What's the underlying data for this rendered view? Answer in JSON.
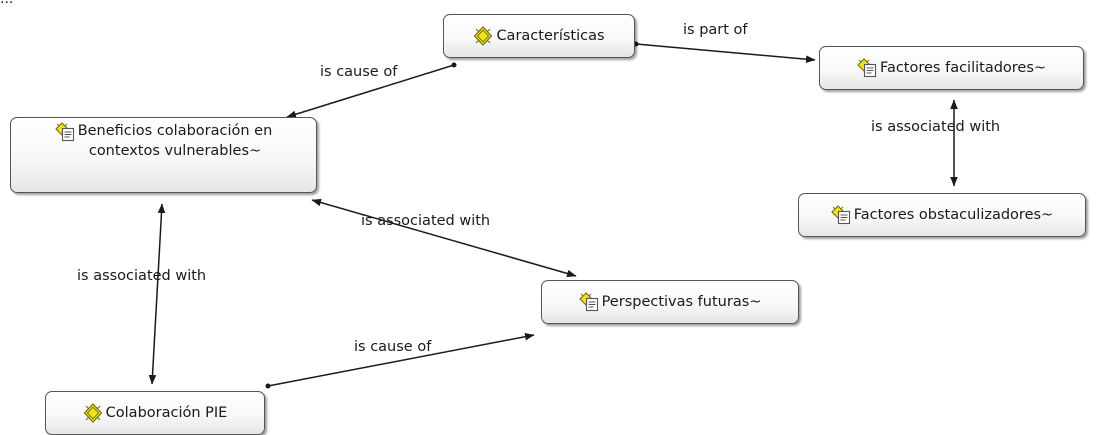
{
  "top_fragment": "...",
  "nodes": {
    "caracteristicas": {
      "label": "Características",
      "icon": "code-family-icon"
    },
    "factores_facilitadores": {
      "label": "Factores facilitadores~",
      "icon": "memo-code-icon"
    },
    "beneficios": {
      "label_line1": "Beneficios colaboración en",
      "label_line2": "contextos vulnerables~",
      "icon": "memo-code-icon"
    },
    "factores_obstaculizadores": {
      "label": "Factores obstaculizadores~",
      "icon": "memo-code-icon"
    },
    "perspectivas": {
      "label": "Perspectivas futuras~",
      "icon": "memo-code-icon"
    },
    "colaboracion_pie": {
      "label": "Colaboración PIE",
      "icon": "code-family-icon"
    }
  },
  "edges": {
    "caract_to_factores_fac": {
      "label": "is part of"
    },
    "caract_to_beneficios": {
      "label": "is cause of"
    },
    "factores_fac_obst": {
      "label": "is associated with"
    },
    "beneficios_perspectivas": {
      "label": "is associated with"
    },
    "beneficios_colaboracion": {
      "label": "is associated with"
    },
    "colaboracion_to_perspectivas": {
      "label": "is cause of"
    }
  },
  "colors": {
    "node_border": "#555555",
    "line": "#1a1a1a",
    "icon_yellow": "#f2e21a",
    "icon_olive": "#6e6e1a",
    "background": "#ffffff"
  }
}
